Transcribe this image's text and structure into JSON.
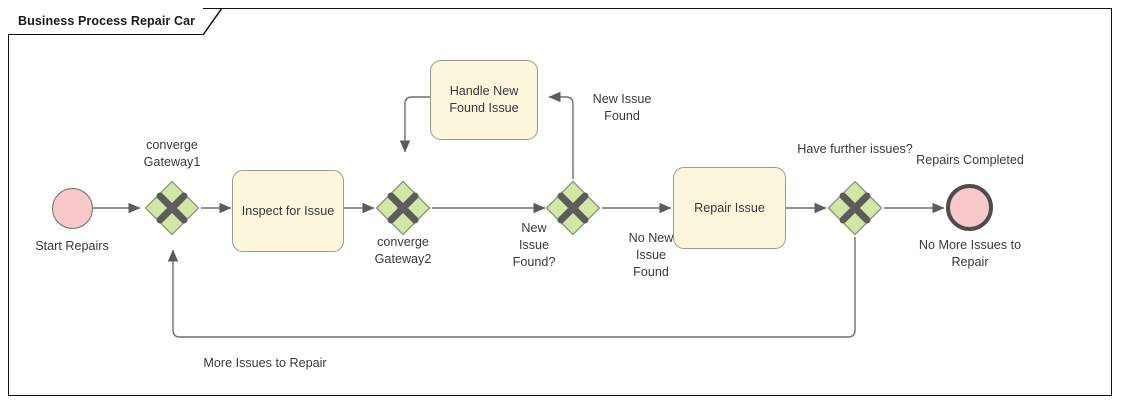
{
  "frame": {
    "title": "Business Process Repair Car"
  },
  "colors": {
    "event_fill": "#f9c9c9",
    "start_border": "#6b6b6b",
    "end_border": "#4d4d4d",
    "gateway_fill": "#d3e7a4",
    "gateway_border": "#8a9a78",
    "gateway_mark": "#5c5c5c",
    "task_fill": "#fbf6dc",
    "task_border": "#9a9a8e",
    "connector": "#6e6e6e",
    "arrow_head": "#5c5c5c",
    "text": "#3a3a3a",
    "frame_border": "#111111"
  },
  "nodes": {
    "start_event": {
      "type": "start-event",
      "label": "Start Repairs"
    },
    "gateway1": {
      "type": "exclusive-gateway",
      "label": "converge\nGateway1"
    },
    "task_inspect": {
      "type": "task",
      "label": "Inspect for Issue"
    },
    "gateway2": {
      "type": "exclusive-gateway",
      "label": "converge\nGateway2"
    },
    "gateway3": {
      "type": "exclusive-gateway",
      "label": "New\nIssue\nFound?"
    },
    "task_handle": {
      "type": "task",
      "label": "Handle New\nFound Issue"
    },
    "task_repair": {
      "type": "task",
      "label": "Repair Issue"
    },
    "gateway4": {
      "type": "exclusive-gateway",
      "label": "Have further issues?"
    },
    "end_event": {
      "type": "end-event",
      "label": "Repairs Completed",
      "sublabel": "No More Issues to\nRepair"
    }
  },
  "flow_labels": {
    "new_issue_found": "New Issue\nFound",
    "no_new_issue_found": "No New\nIssue\nFound",
    "more_issues_to_repair": "More Issues to Repair"
  }
}
